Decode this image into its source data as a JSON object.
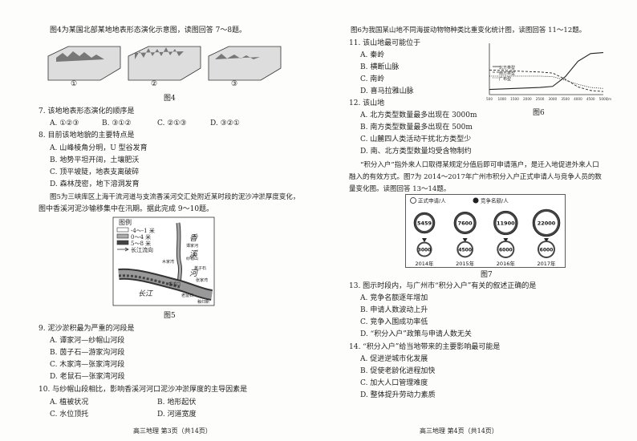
{
  "left": {
    "fig4_intro": "图4为某国北部某地地表形态演化示意图，读图回答 7～8题。",
    "fig4_panels": [
      "①",
      "②",
      "③"
    ],
    "fig4_caption": "图4",
    "q7": {
      "stem": "7.  该地地表形态演化的顺序是",
      "options": [
        "A. ①②③",
        "B. ③①②",
        "C. ②①③",
        "D. ③②①"
      ]
    },
    "q8": {
      "stem": "8.  目前该地地貌的主要特点是",
      "options": [
        "A. 山峰棱角分明，U 型谷发育",
        "B. 地势平坦开阔，土壤肥沃",
        "C. 顶平坡陡，地表支离破碎",
        "D. 森林茂密，地下溶洞发育"
      ]
    },
    "fig5_intro_1": "图5为三峡库区上海干流河道与支流香溪河交汇处附近某时段的泥沙冲淤厚度变化，",
    "fig5_intro_2": "图中香溪河泥沙输移集中在汛期。据此完成 9～10题。",
    "fig5_legend_title": "图例",
    "fig5_legend": [
      "-4～-1 米",
      "0～4 米",
      "5～8 米",
      "长江流向"
    ],
    "fig5_labels": {
      "xiang1": "香",
      "xiang2": "溪",
      "he": "河",
      "changjiang": "长江",
      "place1": "谭家河",
      "place2": "纱帽山",
      "place3": "木家湾",
      "place4": "茅子石",
      "place5": "张家湾",
      "place6": "香溪口",
      "place7": "老鼠石",
      "place8": "秭归新"
    },
    "fig5_caption": "图5",
    "q9": {
      "stem": "9.  泥沙淤积最为严重的河段是",
      "options": [
        "A. 谭家河—纱帽山河段",
        "B. 茵子石—游家沟河段",
        "C. 木家湾—张家湾河段",
        "D. 老鼠石—张家湾河段"
      ]
    },
    "q10": {
      "stem": "10.  与纱帽山段相比，影响香溪河河口泥沙冲淤厚度的主导因素是",
      "options": [
        "A. 植被状况",
        "B. 地形起伏",
        "C. 水位顶托",
        "D. 河道宽度"
      ]
    },
    "footer": "高三地理  第3页（共14页）"
  },
  "right": {
    "fig6_intro": "图6为我国某山地不同海拔动物物种类比重变化统计图，读图回答 11～12题。",
    "q11": {
      "stem": "11.  该山地最可能位于",
      "options": [
        "A. 秦岭",
        "B. 横断山脉",
        "C. 南岭",
        "D. 喜马拉雅山脉"
      ]
    },
    "q12": {
      "stem": "12.  该山地",
      "options": [
        "A. 北方类型数量最多出现在 3000m",
        "B. 南方类型数量最多出现在 500m",
        "C. 山麓四人类活动干扰北方类型少",
        "D. 南、北方类型数量均受含物制约"
      ]
    },
    "fig6_caption": "图6",
    "fig6_legend": [
      "北方类型",
      "南方类型",
      "广布型"
    ],
    "para_1": "“积分入户”指外来人口取得某规定分值后即可申请落户，是迁入地促进外来人口",
    "para_2": "融入的有效方式。图7为 2014～2017年广州市积分入户正式申请人与竞争人员的数",
    "para_3": "量变化图。读图回答 13～14题。",
    "fig7_legend": [
      "正式申请/人",
      "竞争名额/人"
    ],
    "fig7_caption": "图7",
    "q13": {
      "stem": "13.  图示时段内，与广州市“积分入户”有关的叙述正确的是",
      "options": [
        "A. 竞争名额逐年增加",
        "B. 申请人数波动上升",
        "C. 竞争入围成功率低",
        "D. “积分入户”政策与申请人数无关"
      ]
    },
    "q14": {
      "stem": "14.  “积分入户”给当地带来的主要影响最可能是",
      "options": [
        "A. 促进逆城市化发展",
        "B. 促使老龄化进程加快",
        "C. 加大人口管理难度",
        "D. 整体提升劳动力素质"
      ]
    },
    "footer": "高三地理  第4页（共14页）"
  },
  "chart_data": [
    {
      "type": "line",
      "caption": "图6",
      "xlabel": "(m)",
      "x_ticks": [
        500,
        1000,
        1500,
        2000,
        2500,
        3000,
        3500,
        4000,
        4500,
        5000
      ],
      "ylim": [
        0,
        100
      ],
      "series": [
        {
          "name": "北方类型",
          "x": [
            500,
            1500,
            2500,
            3000,
            3500,
            4000,
            4500,
            5000
          ],
          "values": [
            10,
            12,
            14,
            16,
            35,
            65,
            80,
            82
          ]
        },
        {
          "name": "南方类型",
          "x": [
            500,
            1500,
            2500,
            3000,
            3500,
            4000,
            4500,
            5000
          ],
          "values": [
            48,
            46,
            44,
            42,
            30,
            15,
            8,
            6
          ]
        },
        {
          "name": "广布型",
          "x": [
            500,
            1500,
            2500,
            3000,
            3500,
            4000,
            4500,
            5000
          ],
          "values": [
            36,
            36,
            36,
            35,
            28,
            20,
            14,
            12
          ]
        }
      ]
    },
    {
      "type": "bar",
      "caption": "图7",
      "categories": [
        "2014年",
        "2015年",
        "2016年",
        "2017年"
      ],
      "series": [
        {
          "name": "正式申请/人",
          "values": [
            5459,
            7600,
            11900,
            22000
          ]
        },
        {
          "name": "竞争名额/人",
          "values": [
            3000,
            4500,
            6000,
            6000
          ]
        }
      ]
    }
  ]
}
